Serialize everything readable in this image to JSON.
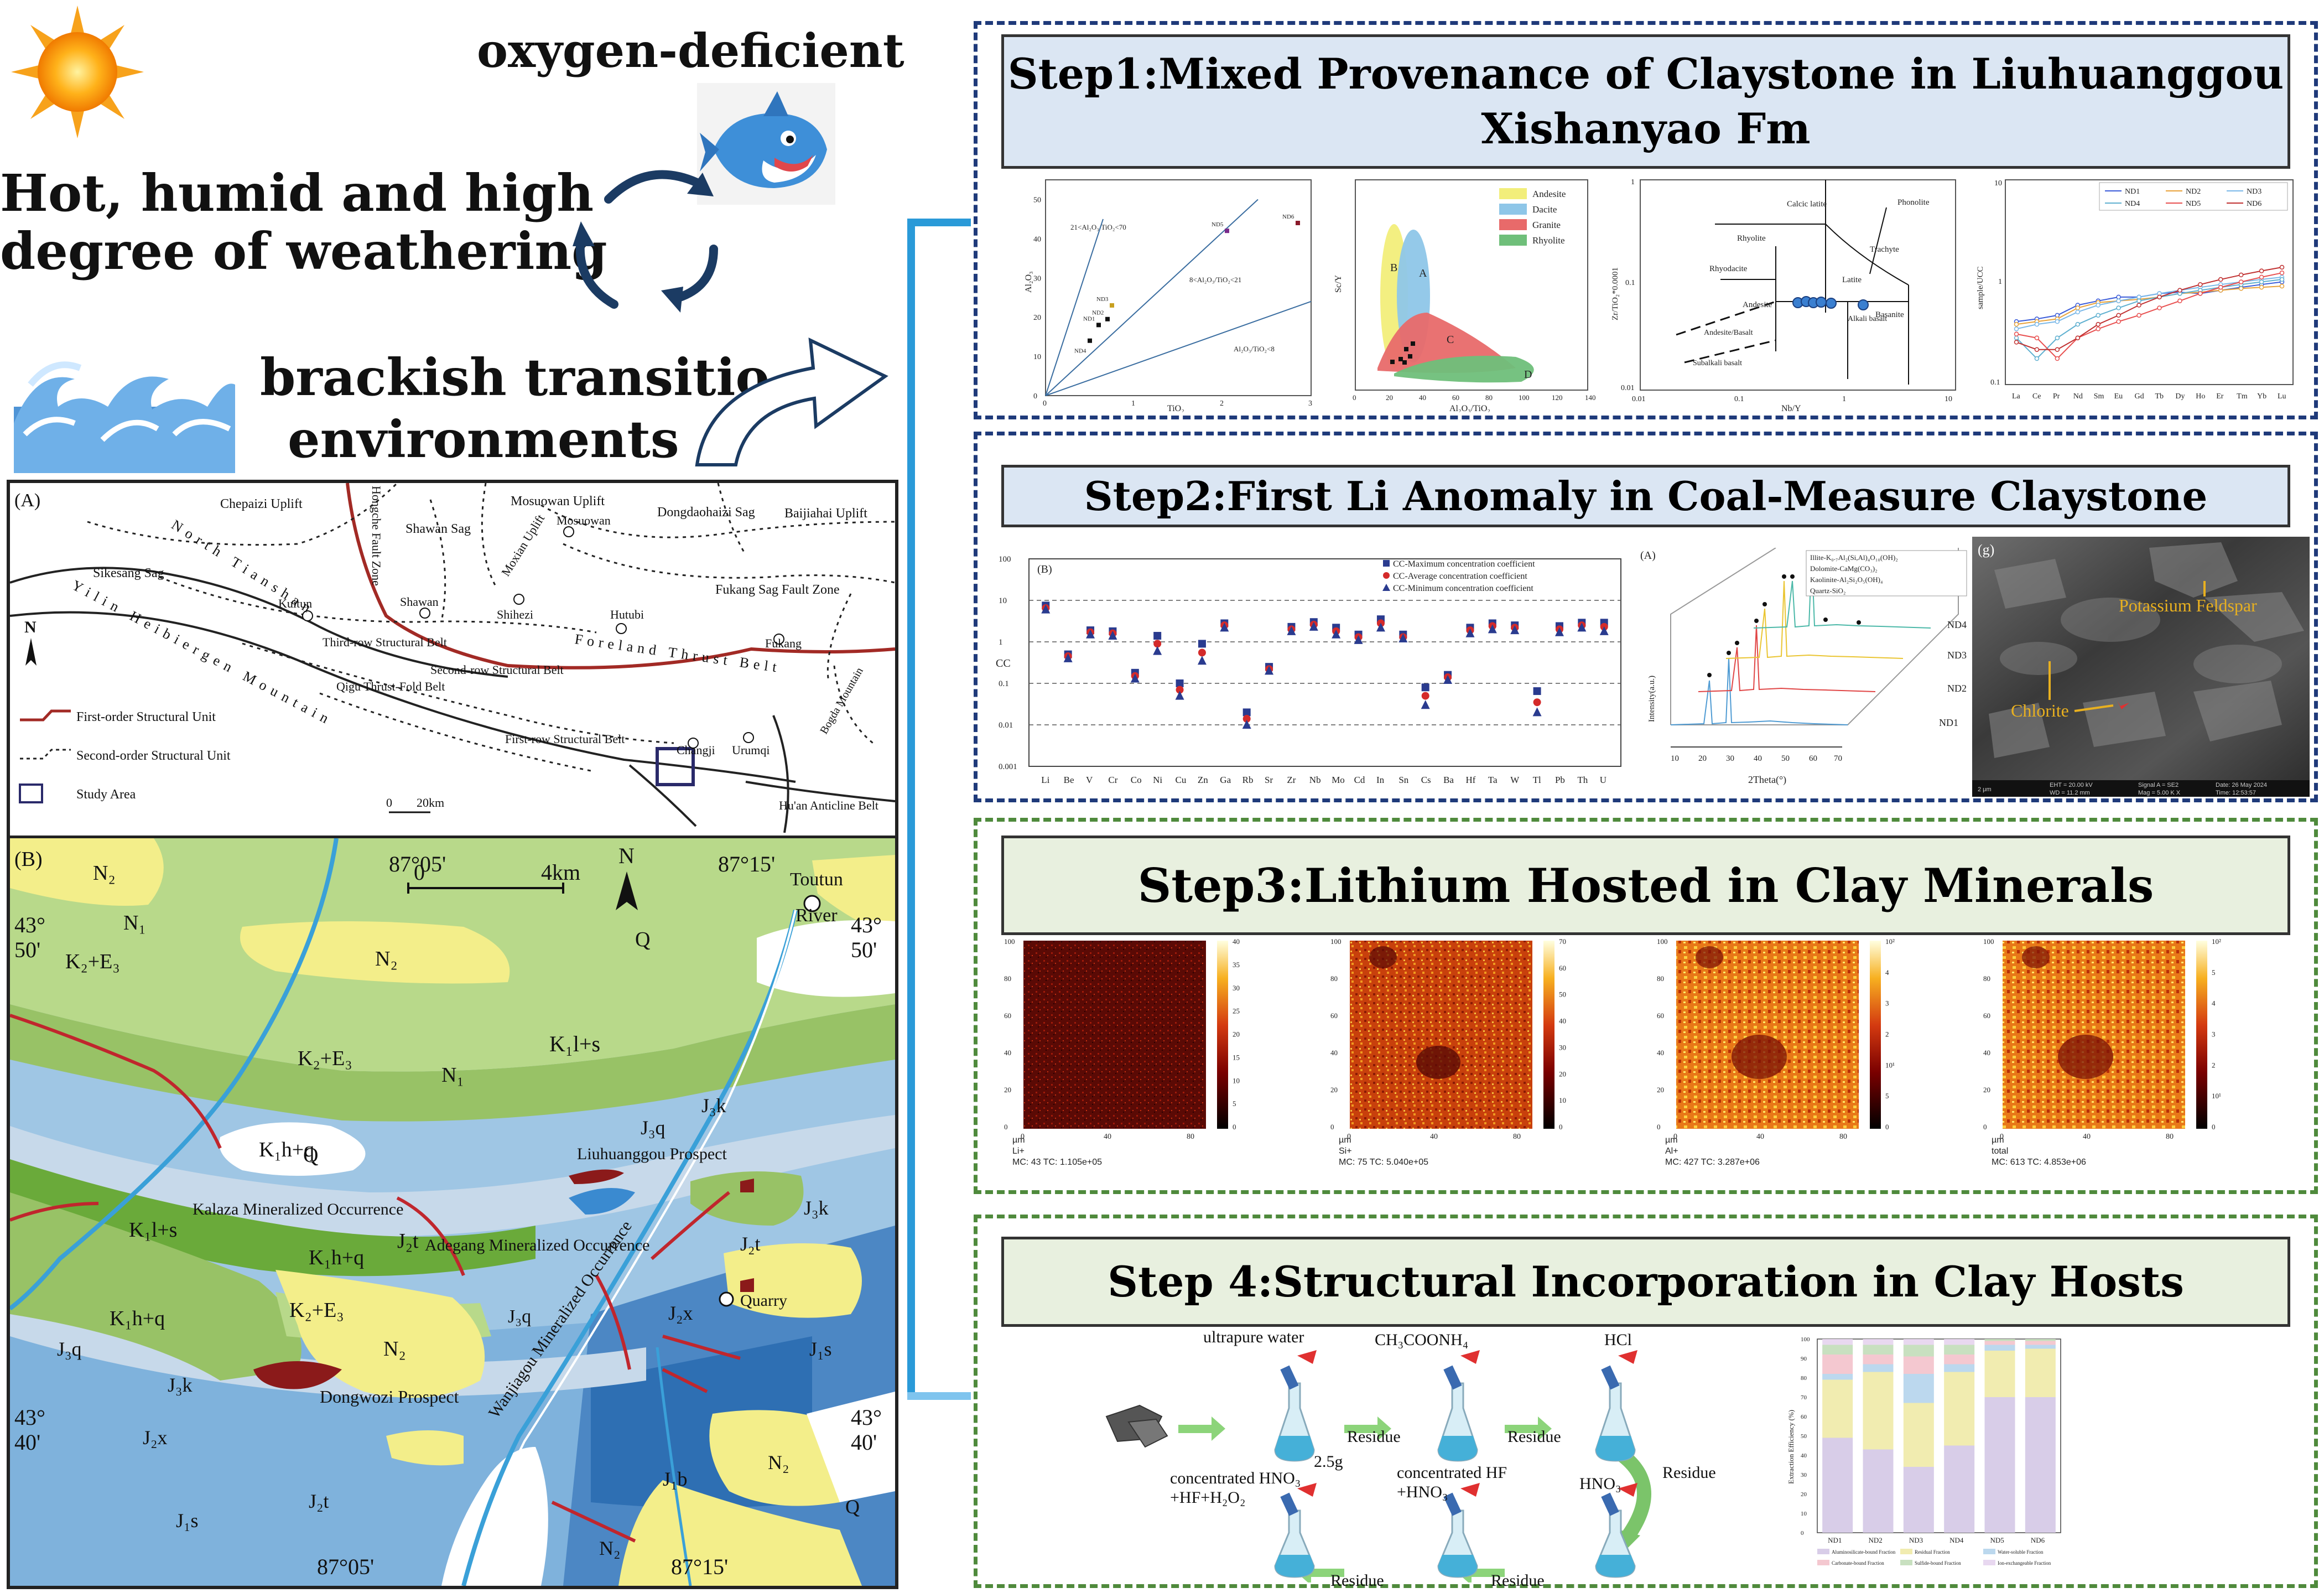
{
  "header": {
    "oxygen": "oxygen-deficient",
    "hot_line1": "Hot, humid and high",
    "hot_line2": "degree of weathering",
    "brackish_line1": "brackish transitio",
    "brackish_line2": "environments"
  },
  "steps": [
    {
      "title_line1": "Step1:Mixed Provenance of Claystone in Liuhuanggou",
      "title_line2": "Xishanyao Fm"
    },
    {
      "title": "Step2:First Li Anomaly in Coal-Measure Claystone"
    },
    {
      "title": "Step3:Lithium Hosted in Clay Minerals"
    },
    {
      "title": "Step 4:Structural Incorporation in Clay Hosts"
    }
  ],
  "step1": {
    "tio2": {
      "xlabel": "TiO₂",
      "ylabel": "Al₂O₃",
      "ticks_x": [
        "0",
        "1",
        "2",
        "3"
      ],
      "ticks_y": [
        "0",
        "10",
        "20",
        "30",
        "40",
        "50"
      ],
      "zone1": "21<Al₂O₃/TiO₂<70",
      "zone2": "8<Al₂O₃/TiO₂<21",
      "zone3": "Al₂O₃/TiO₂<8",
      "samples": [
        "ND1",
        "ND2",
        "ND3",
        "ND4",
        "ND5",
        "ND6"
      ]
    },
    "provenance": {
      "xlabel": "Al₂O₃/TiO₂",
      "ylabel": "Sc/Y",
      "legend": [
        "Andesite",
        "Dacite",
        "Granite",
        "Rhyolite"
      ],
      "colors": [
        "#f2ee7a",
        "#8ec6e8",
        "#e86a6a",
        "#6fbf7a"
      ],
      "fields": [
        "A",
        "B",
        "C",
        "D"
      ],
      "ticks_x": [
        "0",
        "20",
        "40",
        "60",
        "80",
        "100",
        "120",
        "140"
      ]
    },
    "winchester": {
      "xlabel": "Nb/Y",
      "ylabel": "Zr/TiO₂*0.0001",
      "ticks_x": [
        "0.01",
        "0.1",
        "1",
        "10"
      ],
      "ticks_y": [
        "0.01",
        "0.1",
        "1"
      ],
      "labels": [
        "Calcic latite",
        "Phonolite",
        "Rhyolite",
        "Trachyte",
        "Rhyodacite",
        "Latite",
        "Andesite",
        "Alkali basalt",
        "Basanite",
        "Andesite/Basalt",
        "Subalkali basalt"
      ]
    },
    "ucc": {
      "ylabel": "sample/UCC",
      "legend": [
        "ND1",
        "ND2",
        "ND3",
        "ND4",
        "ND5",
        "ND6"
      ],
      "colors": [
        "#3a5bd9",
        "#e8a23a",
        "#7ab8e8",
        "#5fb0d0",
        "#e85050",
        "#c03030"
      ],
      "elements": [
        "La",
        "Ce",
        "Pr",
        "Nd",
        "Sm",
        "Eu",
        "Gd",
        "Tb",
        "Dy",
        "Ho",
        "Er",
        "Tm",
        "Yb",
        "Lu"
      ],
      "ticks_y": [
        "0.1",
        "1",
        "10"
      ]
    }
  },
  "step2": {
    "cc": {
      "panel": "(B)",
      "ylabel": "CC",
      "ticks_y": [
        "0.001",
        "0.01",
        "0.1",
        "1",
        "10",
        "100"
      ],
      "legend": [
        "CC-Maximum concentration coefficient",
        "CC-Average concentration coefficient",
        "CC-Minimum concentration coefficient"
      ],
      "elements": [
        "Li",
        "Be",
        "V",
        "Cr",
        "Co",
        "Ni",
        "Cu",
        "Zn",
        "Ga",
        "Rb",
        "Sr",
        "Zr",
        "Nb",
        "Mo",
        "Cd",
        "In",
        "Sn",
        "Cs",
        "Ba",
        "Hf",
        "Ta",
        "W",
        "Tl",
        "Pb",
        "Th",
        "U"
      ]
    },
    "xrd": {
      "panel": "(A)",
      "legend": [
        "Illite-K₀.₇Al₂(Si,Al)₄O₁₀(OH)₂",
        "Dolomite-CaMg(CO₃)₂",
        "Kaolinite-Al₂Si₂O₅(OH)₄",
        "Quartz-SiO₂"
      ],
      "samples": [
        "ND1",
        "ND2",
        "ND3",
        "ND4"
      ],
      "xlabel": "2Theta(°)",
      "ylabel": "Intensity(a.u.)",
      "ticks_x": [
        "10",
        "20",
        "30",
        "40",
        "50",
        "60",
        "70"
      ]
    },
    "sem": {
      "panel": "(g)",
      "label1": "Potassium Feldspar",
      "label2": "Chlorite",
      "footer1": "EHT = 20.00 kV",
      "footer2": "WD = 11.2 mm",
      "footer3": "Signal A = SE2",
      "footer4": "Mag = 5.00 K X",
      "footer5": "Date: 26 May 2024",
      "footer6": "Time: 12:53:57",
      "scale": "2 μm"
    }
  },
  "step3": {
    "maps": [
      {
        "ion": "Li+",
        "mc": "MC: 43 TC: 1.105e+05",
        "cbar": [
          "40",
          "35",
          "30",
          "25",
          "20",
          "15",
          "10",
          "5",
          "0"
        ]
      },
      {
        "ion": "Si+",
        "mc": "MC: 75 TC: 5.040e+05",
        "cbar": [
          "70",
          "60",
          "50",
          "40",
          "30",
          "20",
          "10",
          "0"
        ]
      },
      {
        "ion": "Al+",
        "mc": "MC: 427 TC: 3.287e+06",
        "cbar": [
          "10²",
          "4",
          "3",
          "2",
          "10¹",
          "5",
          "0"
        ]
      },
      {
        "ion": "total",
        "mc": "MC: 613 TC: 4.853e+06",
        "cbar": [
          "10²",
          "5",
          "4",
          "3",
          "2",
          "10¹",
          "0"
        ]
      }
    ],
    "ticks": [
      "0",
      "40",
      "80"
    ],
    "yticks": [
      "100",
      "80",
      "60",
      "40",
      "20",
      "0"
    ],
    "unit": "µm"
  },
  "step4": {
    "ultrapure": "ultrapure water",
    "ch3coonh4": "CH₃COONH₄",
    "hcl": "HCl",
    "mass": "2.5g",
    "residue": "Residue",
    "hno3": "HNO₃",
    "hf_line1": "concentrated HF",
    "hf_line2": "+HNO₃",
    "final_line1": "concentrated HNO₃",
    "final_line2": "+HF+H₂O₂",
    "bar_ylabel": "Extraction Efficiency (%)",
    "bar_samples": [
      "ND1",
      "ND2",
      "ND3",
      "ND4",
      "ND5",
      "ND6"
    ],
    "bar_ticks": [
      "0",
      "10",
      "20",
      "30",
      "40",
      "50",
      "60",
      "70",
      "80",
      "90",
      "100"
    ],
    "legend": [
      "Aluminosilicate-bound Fraction",
      "Residual Fraction",
      "Water-soluble Fraction",
      "Carbonate-bound Fraction",
      "Sulfide-bound Fraction",
      "Ion-exchangeable Fraction"
    ]
  },
  "map_a": {
    "panel": "(A)",
    "labels": [
      "Chepaizi Uplift",
      "Hongche Fault Zone",
      "Shawan Sag",
      "Mosuowan Uplift",
      "Dongdaohaizi Sag",
      "Baijiahai Uplift",
      "Mosuowan",
      "Sikesang Sag",
      "Moxian Uplift",
      "Fukang Sag Fault Zone",
      "Kuitun",
      "Shawan",
      "Shihezi",
      "Hutubi",
      "Fukang",
      "Third-row Structural Belt",
      "Second-row Structural Belt",
      "Qigu Thrust-Fold Belt",
      "Changji",
      "Urumqi",
      "First-row Structural Belt",
      "Bogda Mountain",
      "Hu'an Anticline Belt",
      "North Tianshan",
      "Foreland Thrust Belt",
      "Yilin Heibiergen Mountain"
    ],
    "legend": [
      "First-order Structural Unit",
      "Second-order Structural Unit",
      "Study Area"
    ],
    "scale": [
      "0",
      "20km"
    ],
    "north": "N"
  },
  "map_b": {
    "panel": "(B)",
    "coords": [
      "87°05'",
      "87°15'",
      "43°",
      "50'",
      "43°",
      "40'",
      "87°05'",
      "87°15'"
    ],
    "toutun": "Toutun",
    "river": "River",
    "north": "N",
    "scale": [
      "0",
      "4km"
    ],
    "units": [
      "N₂",
      "N₁",
      "K₂+E₃",
      "Q",
      "K₁l+s",
      "K₁h+q",
      "J₃q",
      "J₃k",
      "J₂t",
      "J₂x",
      "J₁s",
      "J₁b",
      "J₃q"
    ],
    "sites": [
      "Liuhuanggou Prospect",
      "Kalaza Mineralized Occurrence",
      "Adegang Mineralized Occurrence",
      "Wanjiagou Mineralized Occurrence",
      "Dongwozi Prospect",
      "Quarry"
    ]
  }
}
